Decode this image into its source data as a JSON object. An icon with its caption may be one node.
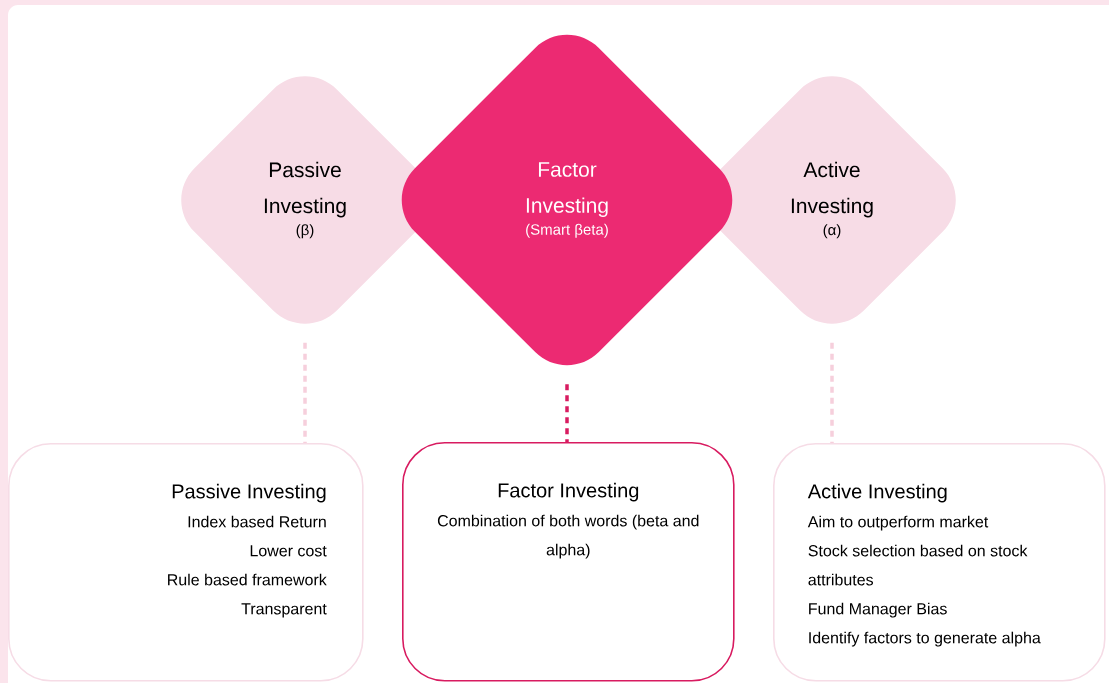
{
  "diagram": {
    "nodes": [
      {
        "text": [
          "Passive Investing",
          "(β)"
        ]
      },
      {
        "text": [
          "Factor Investing",
          "(Smart βeta)"
        ]
      },
      {
        "text": [
          "Active Investing",
          "(α)"
        ]
      },
      {
        "text": [
          "Passive Investing",
          "Index based Return",
          "Lower cost",
          "Rule based framework",
          "Transparent"
        ]
      },
      {
        "text": [
          "Factor Investing",
          "Combination of both words (beta and alpha)"
        ]
      },
      {
        "text": [
          "Active Investing",
          "Aim to outperform market",
          "Stock selection based on stock attributes",
          "Fund Manager Bias",
          "Identify factors to generate alpha"
        ]
      }
    ],
    "edges": [
      {
        "from": 0,
        "to": 3,
        "arrow": "none",
        "style": "dashed"
      },
      {
        "from": 1,
        "to": 4,
        "arrow": "none",
        "style": "dashed",
        "color": "#d81b60"
      },
      {
        "from": 2,
        "to": 5,
        "arrow": "none",
        "style": "dashed"
      }
    ]
  }
}
